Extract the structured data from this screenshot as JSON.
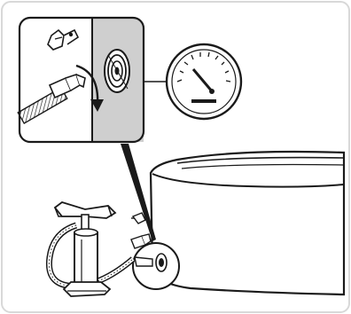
{
  "figure": {
    "kind": "instruction-illustration",
    "subject": "inflating-above-ground-pool-with-hand-pump",
    "colors": {
      "line": "#1a1a1a",
      "fill": "#ffffff",
      "inset_shade": "#cfcfcf",
      "border": "#d8d8d8"
    },
    "parts": {
      "inset_panel": "detail-view-valve-connection",
      "plug": "valve-plug",
      "valve": "air-valve",
      "hose_adapter": "hose-nozzle",
      "gauge": "pressure-gauge",
      "pump": "hand-air-pump",
      "hose": "pump-hose",
      "pool": "inflatable-pool",
      "callout": "valve-callout-circle"
    }
  }
}
